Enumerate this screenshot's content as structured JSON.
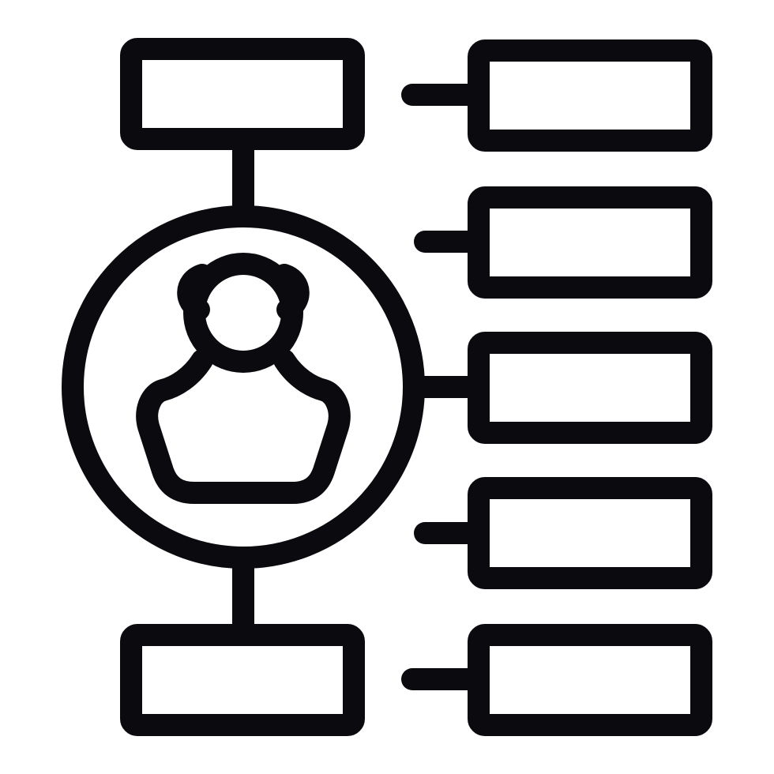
{
  "icon": {
    "name": "user-profile-info-diagram-icon",
    "style": "outline",
    "stroke_color": "#0b0b0f",
    "background_color": "#ffffff"
  },
  "parts": {
    "center": "user-avatar-icon",
    "left_boxes": 2,
    "right_boxes": 5
  }
}
